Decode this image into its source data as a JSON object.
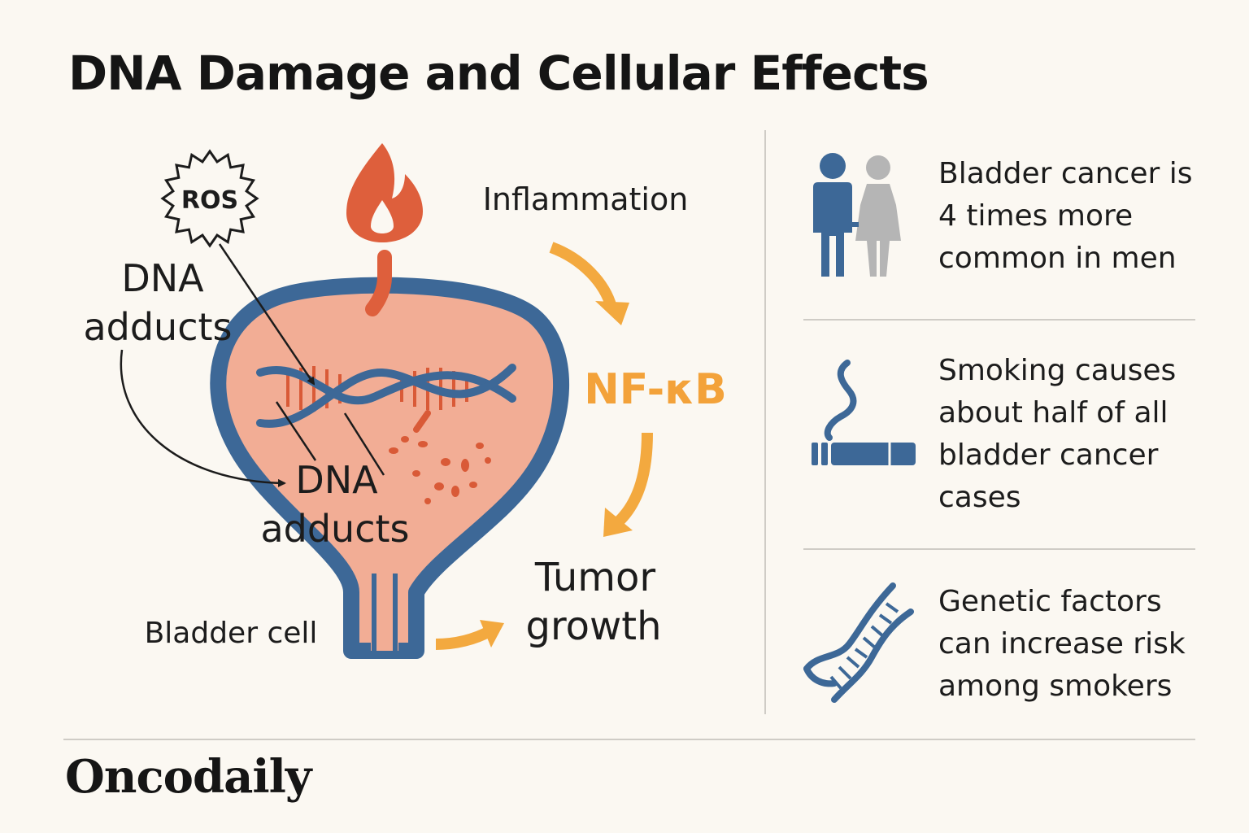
{
  "title": "DNA Damage and Cellular Effects",
  "labels": {
    "ros": "ROS",
    "dna_adducts_top": [
      "DNA",
      "adducts"
    ],
    "dna_adducts_mid": [
      "DNA",
      "adducts"
    ],
    "inflammation": "Inflammation",
    "nfkb": "NF-κB",
    "tumor_growth": [
      "Tumor",
      "growth"
    ],
    "bladder_cell": "Bladder cell"
  },
  "facts": [
    {
      "icon": "man-woman-icon",
      "text": "Bladder cancer is 4 times more common in men"
    },
    {
      "icon": "cigarette-smoke-icon",
      "text": "Smoking causes about half of all bladder cancer cases"
    },
    {
      "icon": "dna-helix-icon",
      "text": "Genetic factors can increase risk among smokers"
    }
  ],
  "brand": "Oncodaily",
  "colors": {
    "background": "#fbf8f2",
    "bladder_fill": "#f2ad95",
    "bladder_outline": "#3d6897",
    "flame": "#de5f3c",
    "arrow_orange": "#f3a93f",
    "nfkb_text": "#f3a23a",
    "man_icon": "#3d6897",
    "woman_icon": "#b5b5b5"
  }
}
